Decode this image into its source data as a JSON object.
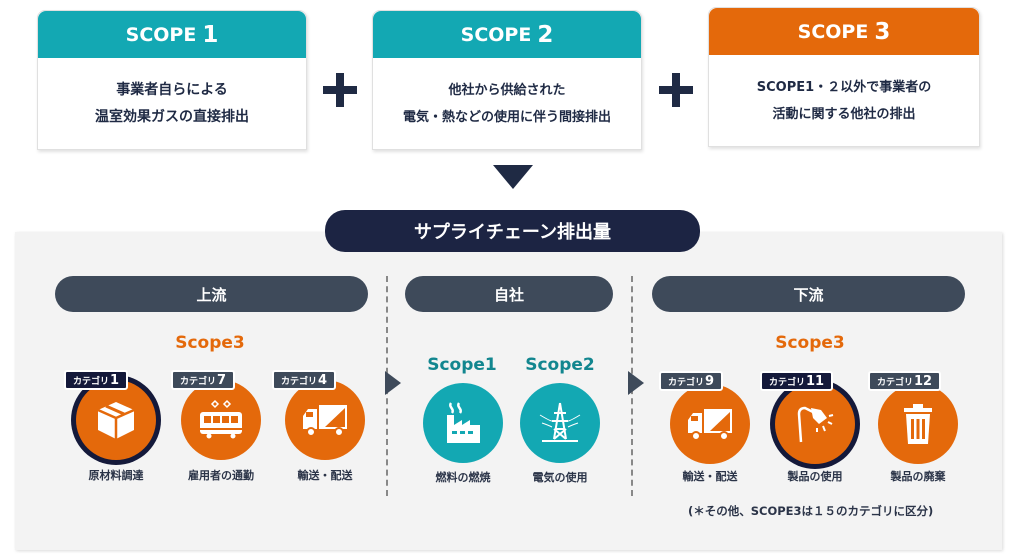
{
  "scopes": [
    {
      "title": "SCOPE",
      "num": "1",
      "lines": [
        "事業者自らによる",
        "温室効果ガスの直接排出"
      ]
    },
    {
      "title": "SCOPE",
      "num": "2",
      "lines": [
        "他社から供給された",
        "電気・熱などの使用に伴う間接排出"
      ]
    },
    {
      "title": "SCOPE",
      "num": "3",
      "lines": [
        "SCOPE1・２以外で事業者の",
        "活動に関する他社の排出"
      ]
    }
  ],
  "colors": {
    "teal": "#13a8b3",
    "orange": "#e4690b",
    "navy": "#1f2a44"
  },
  "supply_chain_title": "サプライチェーン排出量",
  "sections": {
    "upstream": "上流",
    "own": "自社",
    "downstream": "下流"
  },
  "upstream": {
    "label": "Scope3",
    "items": [
      {
        "badge": "カテゴリ",
        "num": "1",
        "label": "原材料調達",
        "icon": "box-icon"
      },
      {
        "badge": "カテゴリ",
        "num": "7",
        "label": "雇用者の通勤",
        "icon": "train-icon"
      },
      {
        "badge": "カテゴリ",
        "num": "4",
        "label": "輸送・配送",
        "icon": "truck-icon"
      }
    ]
  },
  "own": {
    "items": [
      {
        "scope": "Scope1",
        "label": "燃料の燃焼",
        "icon": "factory-icon"
      },
      {
        "scope": "Scope2",
        "label": "電気の使用",
        "icon": "power-tower-icon"
      }
    ]
  },
  "downstream": {
    "label": "Scope3",
    "items": [
      {
        "badge": "カテゴリ",
        "num": "9",
        "label": "輸送・配送",
        "icon": "truck-icon"
      },
      {
        "badge": "カテゴリ",
        "num": "11",
        "label": "製品の使用",
        "icon": "lamp-icon"
      },
      {
        "badge": "カテゴリ",
        "num": "12",
        "label": "製品の廃棄",
        "icon": "trash-icon"
      }
    ]
  },
  "footnote": "(＊その他、SCOPE3は１５のカテゴリに区分)"
}
